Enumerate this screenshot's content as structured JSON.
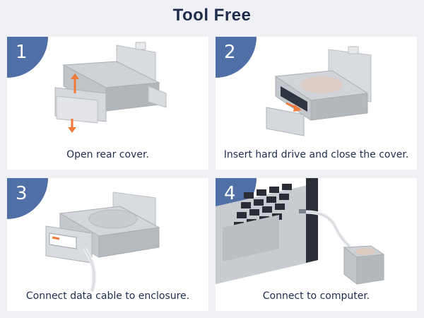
{
  "title": "Tool Free",
  "steps": [
    {
      "number": "1",
      "caption": "Open rear cover."
    },
    {
      "number": "2",
      "caption": "Insert hard drive and close the cover."
    },
    {
      "number": "3",
      "caption": "Connect data cable to enclosure."
    },
    {
      "number": "4",
      "caption": "Connect to computer."
    }
  ],
  "colors": {
    "background": "#eef0f4",
    "badge": "#4f6fa6",
    "text": "#1f2d4d",
    "arrow": "#f07a3a"
  }
}
